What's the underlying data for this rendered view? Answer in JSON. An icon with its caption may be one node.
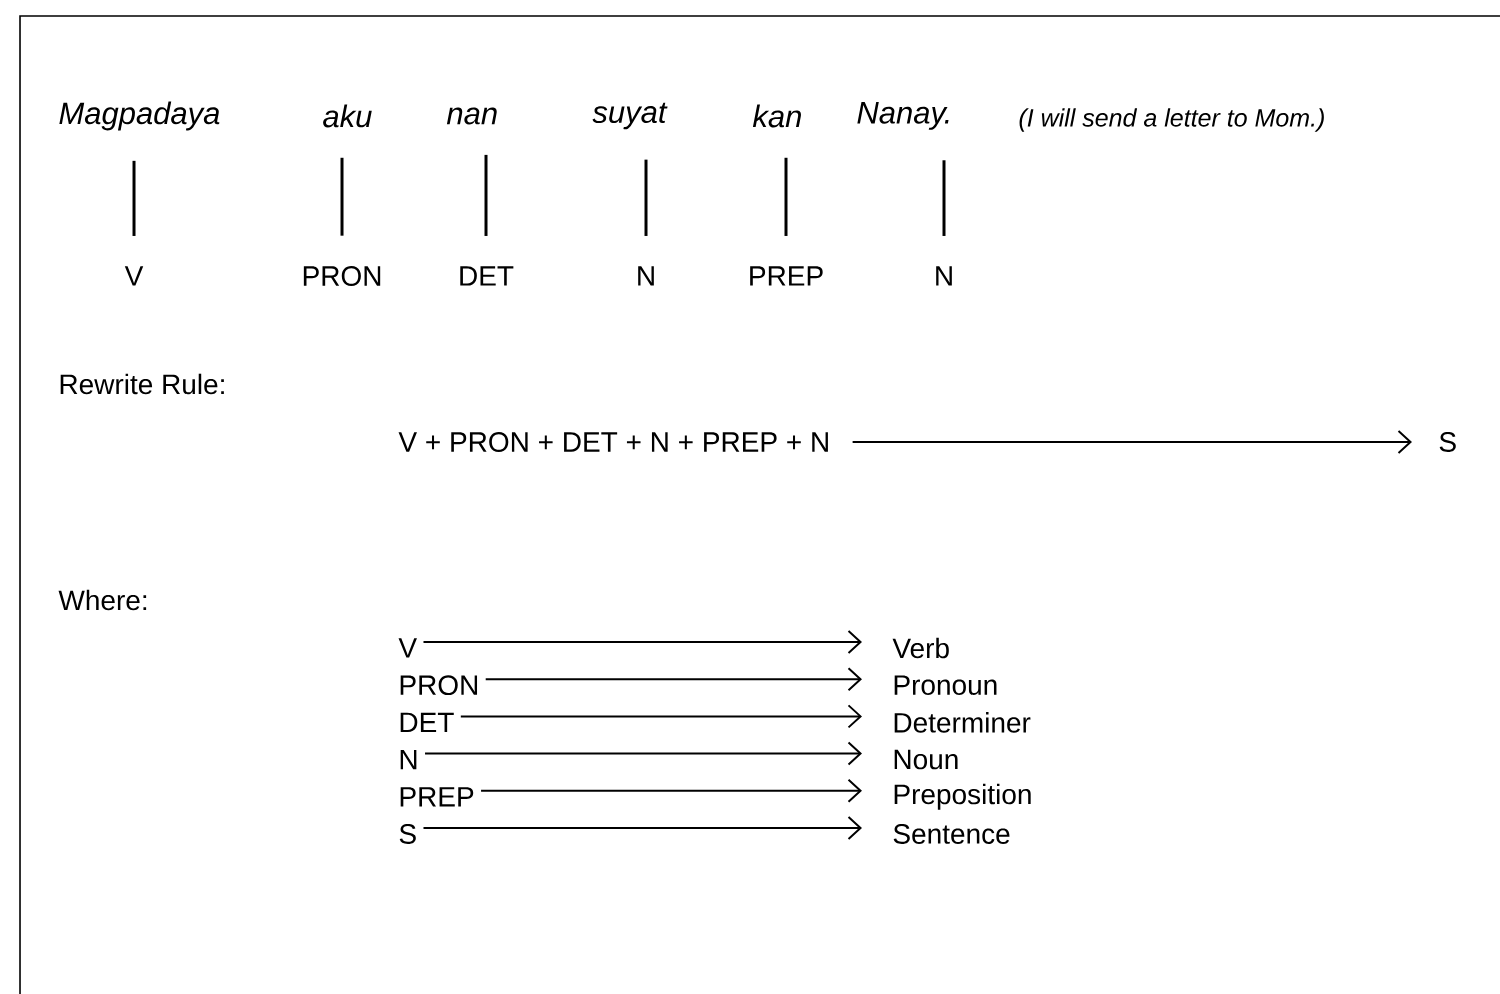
{
  "diagram": {
    "nodes": [
      {
        "text": [
          "Magpadaya"
        ]
      },
      {
        "text": [
          "aku"
        ]
      },
      {
        "text": [
          "nan"
        ]
      },
      {
        "text": [
          "suyat"
        ]
      },
      {
        "text": [
          "kan"
        ]
      },
      {
        "text": [
          "Nanay."
        ]
      },
      {
        "text": [
          "V"
        ]
      },
      {
        "text": [
          "PRON"
        ]
      },
      {
        "text": [
          "DET"
        ]
      },
      {
        "text": [
          "N"
        ]
      },
      {
        "text": [
          "PREP"
        ]
      },
      {
        "text": [
          "N"
        ]
      },
      {
        "text": [
          "V + PRON + DET + N + PREP + N"
        ]
      },
      {
        "text": [
          "S"
        ]
      },
      {
        "text": [
          "V"
        ]
      },
      {
        "text": [
          "PRON"
        ]
      },
      {
        "text": [
          "DET"
        ]
      },
      {
        "text": [
          "N"
        ]
      },
      {
        "text": [
          "PREP"
        ]
      },
      {
        "text": [
          "S"
        ]
      },
      {
        "text": [
          "Verb"
        ]
      },
      {
        "text": [
          "Pronoun"
        ]
      },
      {
        "text": [
          "Determiner"
        ]
      },
      {
        "text": [
          "Noun"
        ]
      },
      {
        "text": [
          "Preposition"
        ]
      },
      {
        "text": [
          "Sentence"
        ]
      }
    ],
    "edges": [
      {
        "from": 0,
        "to": 6,
        "arrow": "none"
      },
      {
        "from": 1,
        "to": 7,
        "arrow": "none"
      },
      {
        "from": 2,
        "to": 8,
        "arrow": "none"
      },
      {
        "from": 3,
        "to": 9,
        "arrow": "none"
      },
      {
        "from": 4,
        "to": 10,
        "arrow": "none"
      },
      {
        "from": 5,
        "to": 11,
        "arrow": "none"
      },
      {
        "from": 12,
        "to": 13,
        "arrow": "to"
      },
      {
        "from": 14,
        "to": 20,
        "arrow": "to"
      },
      {
        "from": 15,
        "to": 21,
        "arrow": "to"
      },
      {
        "from": 16,
        "to": 22,
        "arrow": "to"
      },
      {
        "from": 17,
        "to": 23,
        "arrow": "to"
      },
      {
        "from": 18,
        "to": 24,
        "arrow": "to"
      },
      {
        "from": 19,
        "to": 25,
        "arrow": "to"
      }
    ],
    "labels": [
      "(I will send a letter to Mom.)",
      "Rewrite Rule:",
      "Where:"
    ]
  }
}
